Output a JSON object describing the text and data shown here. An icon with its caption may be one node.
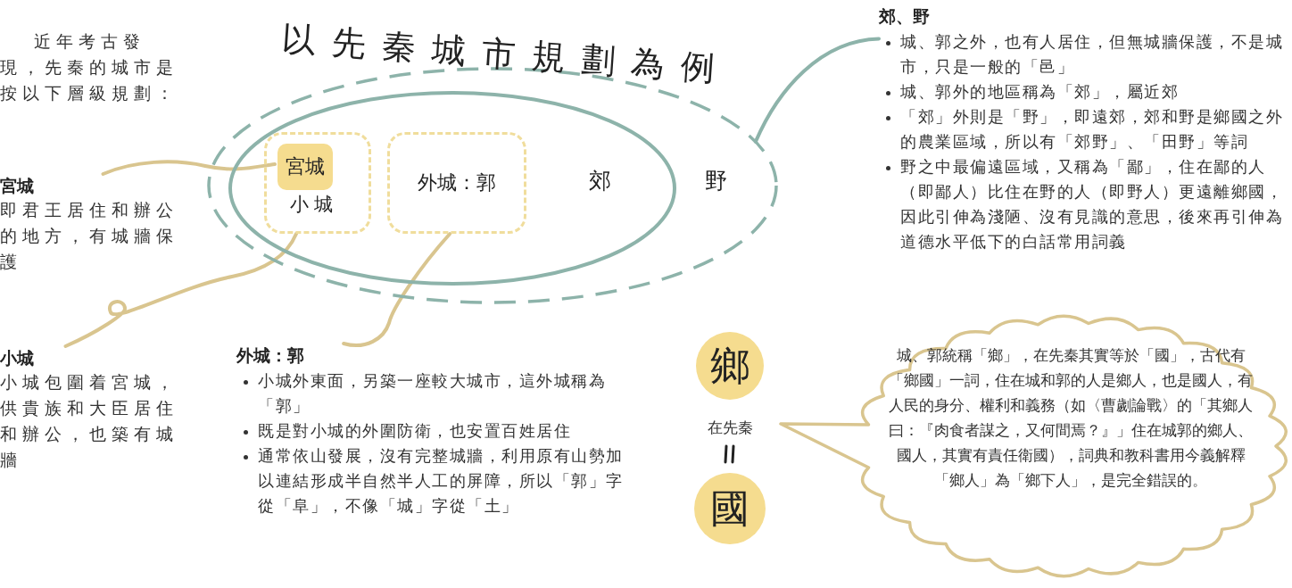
{
  "diagram": {
    "title": "以先秦城市規劃為例",
    "nodes": [
      {
        "text": [
          "野"
        ]
      },
      {
        "text": [
          "郊"
        ],
        "in": 0
      },
      {
        "text": [
          "小城"
        ],
        "in": 1
      },
      {
        "text": [
          "宮城"
        ],
        "in": 2
      },
      {
        "text": [
          "外城：郭"
        ],
        "in": 1
      },
      {
        "text": [
          "宮城",
          "即君王居住和辦公的地方，有城牆保護"
        ]
      },
      {
        "text": [
          "小城",
          "小城包圍着宮城，供貴族和大臣居住和辦公，也築有城牆"
        ]
      },
      {
        "text": [
          "外城：郭",
          "小城外東面，另築一座較大城市，這外城稱為「郭」",
          "既是對小城的外圍防衛，也安置百姓居住",
          "通常依山發展，沒有完整城牆，利用原有山勢加以連結形成半自然半人工的屏障，所以「郭」字從「阜」，不像「城」字從「土」"
        ]
      },
      {
        "text": [
          "郊、野",
          "城、郭之外，也有人居住，但無城牆保護，不是城市，只是一般的「邑」",
          "城、郭外的地區稱為「郊」，屬近郊",
          "「郊」外則是「野」，即遠郊，郊和野是鄉國之外的農業區域，所以有「郊野」、「田野」等詞",
          "野之中最偏遠區域，又稱為「鄙」，住在鄙的人（即鄙人）比住在野的人（即野人）更遠離鄉國，因此引伸為淺陋、沒有見識的意思，後來再引伸為道德水平低下的白話常用詞義"
        ]
      },
      {
        "text": [
          "鄉"
        ]
      },
      {
        "text": [
          "國"
        ]
      },
      {
        "text": [
          "城、郭統稱「鄉」，在先秦其實等於「國」，古代有「鄉國」一詞，住在城和郭的人是鄉人，也是國人，有人民的身分、權利和義務（如〈曹劌論戰〉的「其鄉人曰：『肉食者謀之，又何間焉？』」住在城郭的鄉人、國人，其實有責任衛國），詞典和教科書用今義解釋「鄉人」為「鄉下人」，是完全錯誤的。"
        ]
      }
    ],
    "edges": [
      {
        "from": 5,
        "to": 3,
        "arrow": "none"
      },
      {
        "from": 6,
        "to": 2,
        "arrow": "none"
      },
      {
        "from": 7,
        "to": 4,
        "arrow": "none"
      },
      {
        "from": 8,
        "to": 0,
        "arrow": "none",
        "color": "#8db3aa"
      }
    ],
    "labels": [
      "近年考古發現，先秦的城市是按以下層級規劃：",
      "在先秦"
    ]
  }
}
